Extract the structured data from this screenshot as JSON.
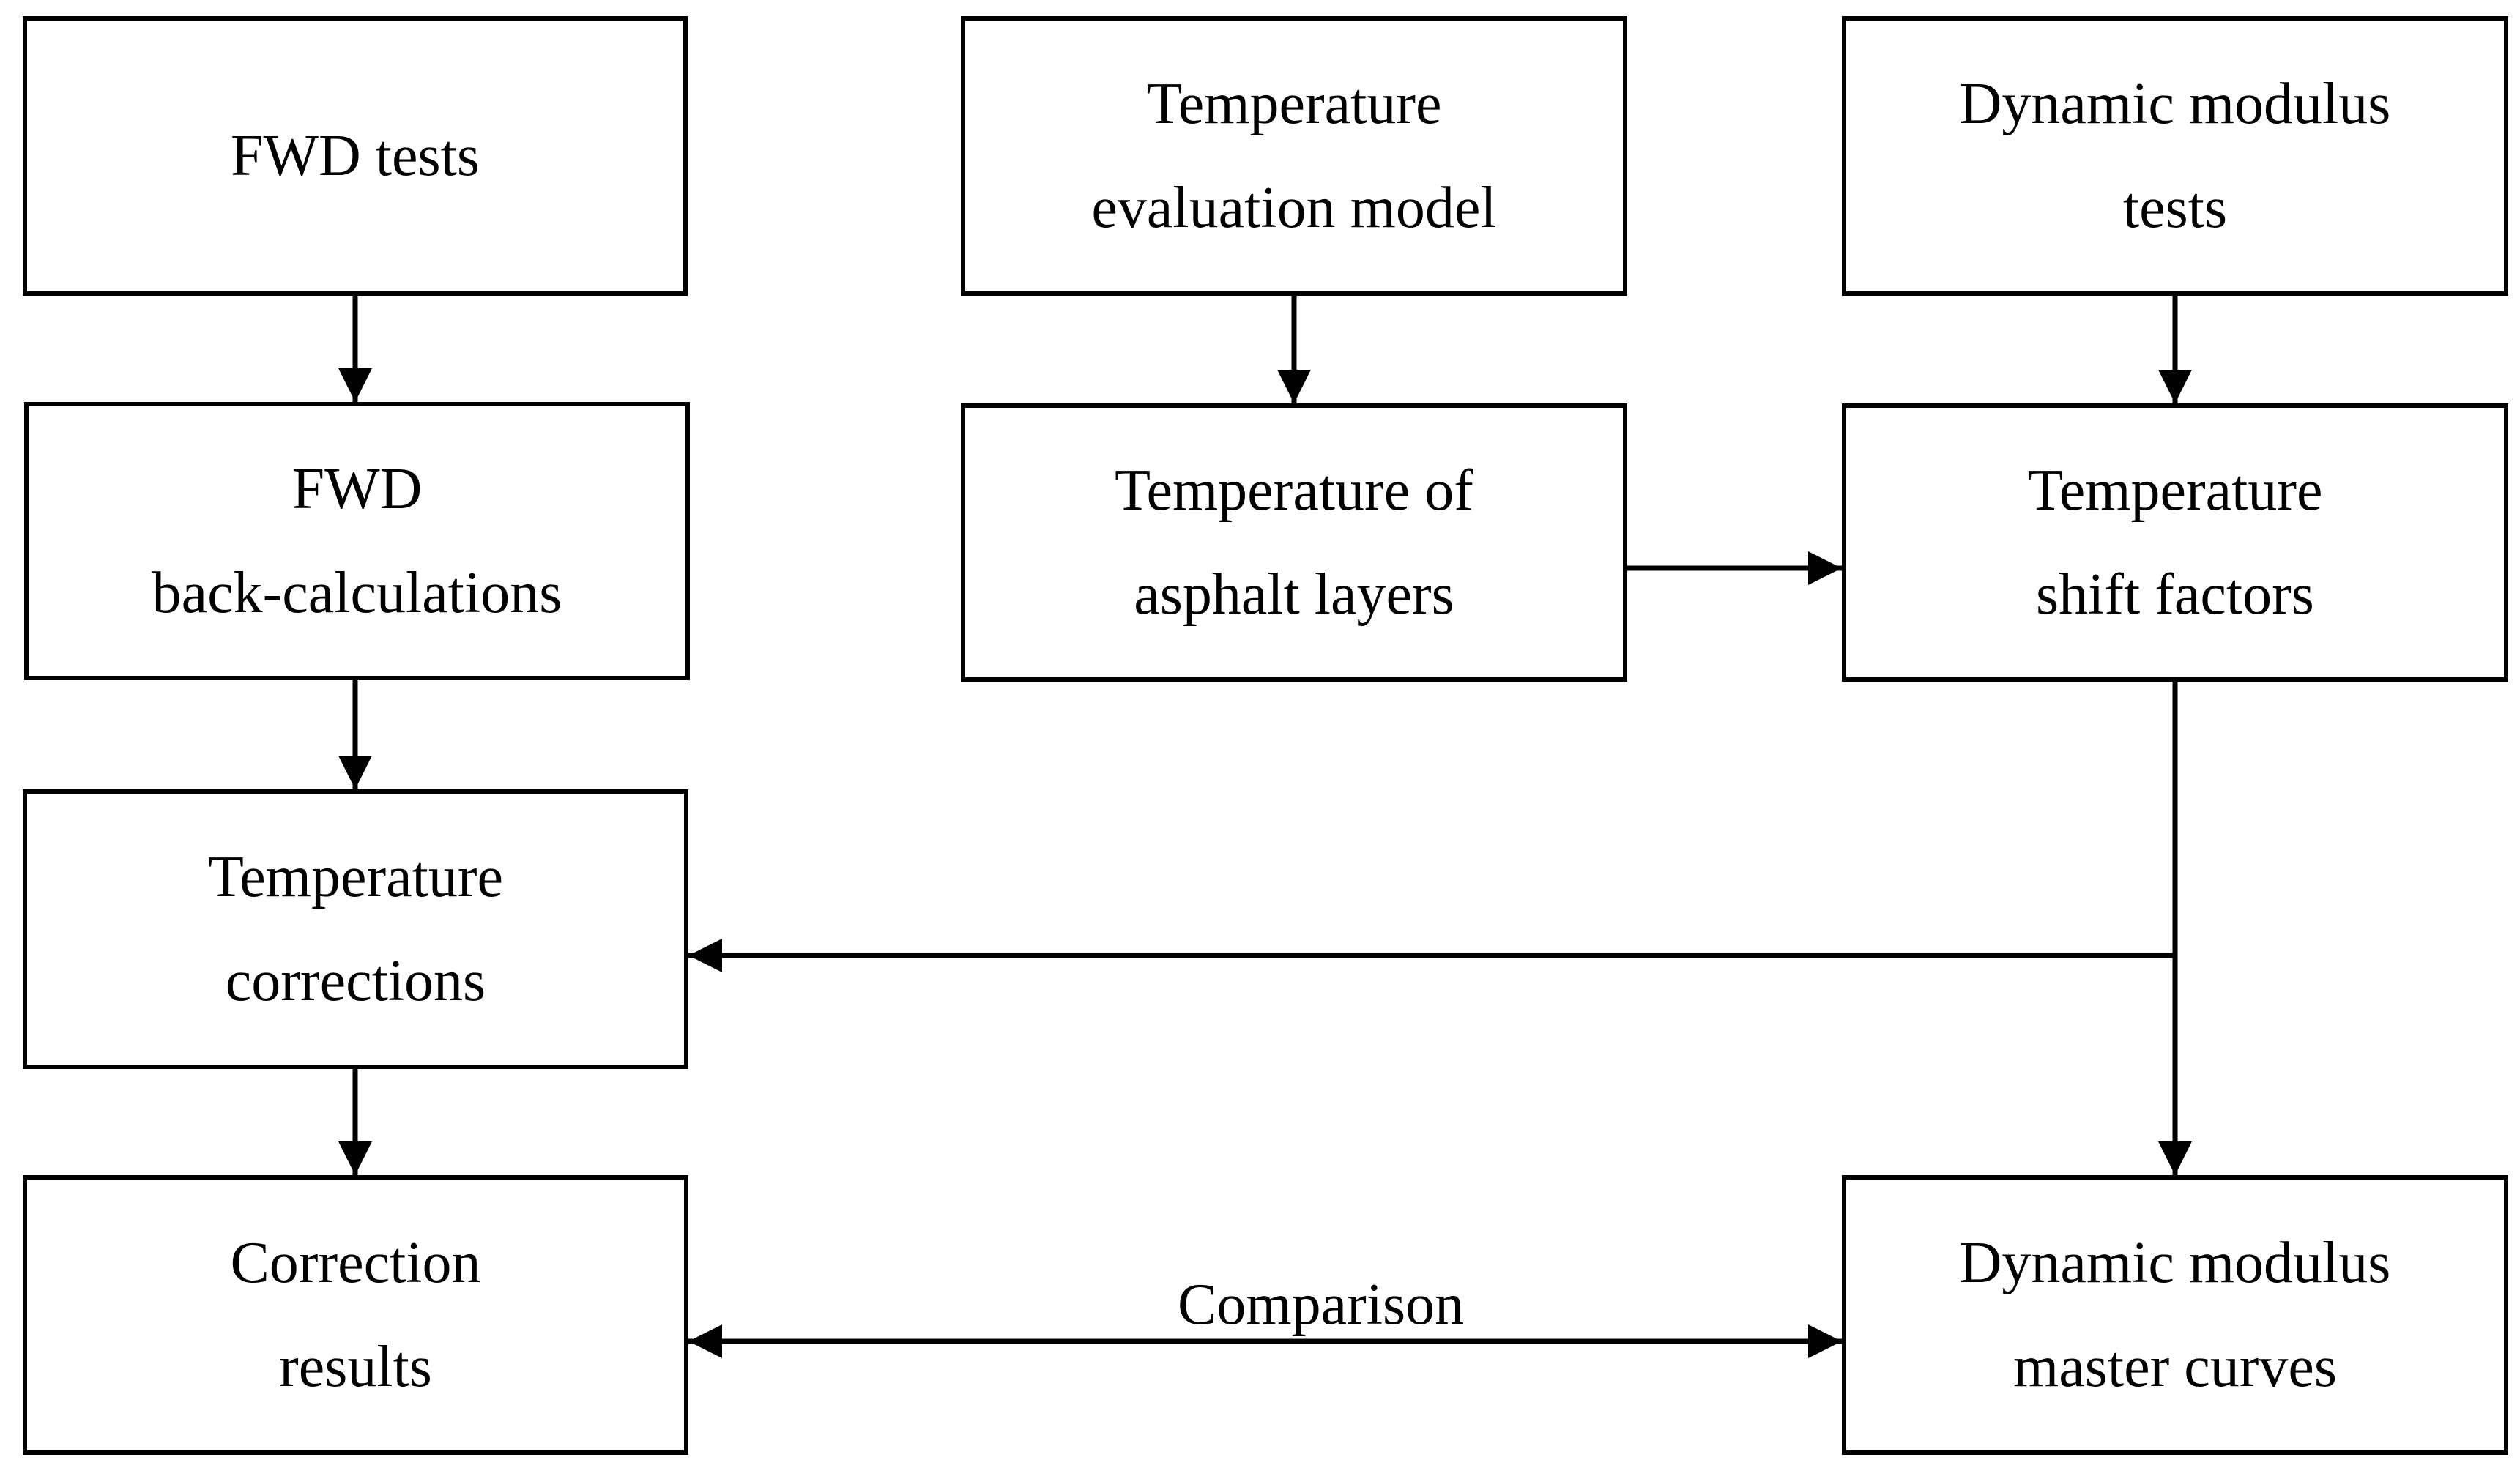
{
  "diagram": {
    "nodes": {
      "fwd_tests": [
        "FWD tests"
      ],
      "fwd_back_calculations": [
        "FWD",
        "back-calculations"
      ],
      "temperature_corrections": [
        "Temperature",
        "corrections"
      ],
      "correction_results": [
        "Correction",
        "results"
      ],
      "temperature_evaluation_model": [
        "Temperature",
        "evaluation model"
      ],
      "temperature_of_asphalt_layers": [
        "Temperature of",
        "asphalt layers"
      ],
      "dynamic_modulus_tests": [
        "Dynamic modulus",
        "tests"
      ],
      "temperature_shift_factors": [
        "Temperature",
        "shift factors"
      ],
      "dynamic_modulus_master_curves": [
        "Dynamic modulus",
        "master curves"
      ]
    },
    "edge_labels": {
      "comparison": "Comparison"
    },
    "edges": [
      {
        "from": "fwd_tests",
        "to": "fwd_back_calculations"
      },
      {
        "from": "fwd_back_calculations",
        "to": "temperature_corrections"
      },
      {
        "from": "temperature_corrections",
        "to": "correction_results"
      },
      {
        "from": "temperature_evaluation_model",
        "to": "temperature_of_asphalt_layers"
      },
      {
        "from": "temperature_of_asphalt_layers",
        "to": "temperature_shift_factors"
      },
      {
        "from": "dynamic_modulus_tests",
        "to": "temperature_shift_factors"
      },
      {
        "from": "temperature_shift_factors",
        "to": "temperature_corrections"
      },
      {
        "from": "temperature_shift_factors",
        "to": "dynamic_modulus_master_curves"
      },
      {
        "from": "correction_results",
        "to": "dynamic_modulus_master_curves",
        "bidirectional": true,
        "label": "comparison"
      }
    ]
  }
}
